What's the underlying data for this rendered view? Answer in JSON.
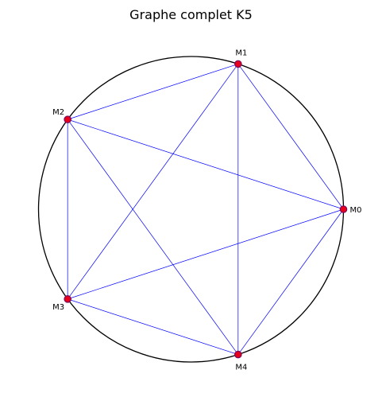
{
  "title": "Graphe complet K5",
  "graph": {
    "vertices": [
      {
        "id": "M0",
        "label": "M0"
      },
      {
        "id": "M1",
        "label": "M1"
      },
      {
        "id": "M2",
        "label": "M2"
      },
      {
        "id": "M3",
        "label": "M3"
      },
      {
        "id": "M4",
        "label": "M4"
      }
    ],
    "edges": [
      [
        "M0",
        "M1"
      ],
      [
        "M0",
        "M2"
      ],
      [
        "M0",
        "M3"
      ],
      [
        "M0",
        "M4"
      ],
      [
        "M1",
        "M2"
      ],
      [
        "M1",
        "M3"
      ],
      [
        "M1",
        "M4"
      ],
      [
        "M2",
        "M3"
      ],
      [
        "M2",
        "M4"
      ],
      [
        "M3",
        "M4"
      ]
    ]
  },
  "colors": {
    "circle": "#000000",
    "edge": "#0000ff",
    "vertex_fill": "#e8001c",
    "vertex_stroke": "#7a0a5a"
  }
}
